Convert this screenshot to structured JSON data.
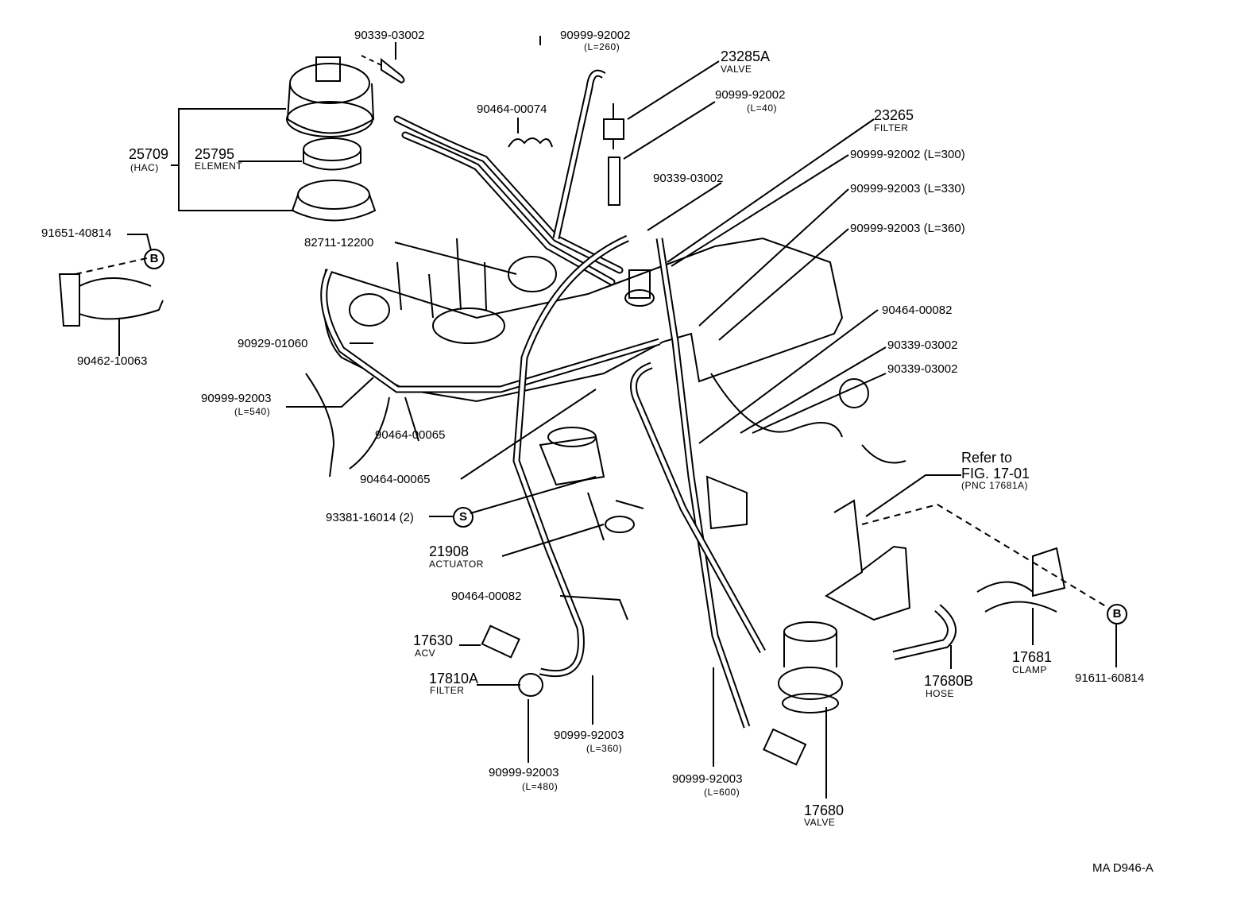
{
  "callouts": {
    "c1": {
      "pn": "90339-03002"
    },
    "c2": {
      "pn": "90999-92002",
      "sub": "(L=260)"
    },
    "c3": {
      "pn": "23285A",
      "sub": "VALVE"
    },
    "c4": {
      "pn": "90464-00074"
    },
    "c5": {
      "pn": "90999-92002",
      "sub": "(L=40)"
    },
    "c6": {
      "pn": "23265",
      "sub": "FILTER"
    },
    "c7": {
      "pn": "90999-92002 (L=300)"
    },
    "c8": {
      "pn": "90999-92003 (L=330)"
    },
    "c9": {
      "pn": "90999-92003 (L=360)"
    },
    "c10": {
      "pn": "25709",
      "sub": "(HAC)"
    },
    "c11": {
      "pn": "25795",
      "sub": "ELEMENT"
    },
    "c12": {
      "pn": "90339-03002"
    },
    "c13": {
      "pn": "91651-40814"
    },
    "c14": {
      "pn": "82711-12200"
    },
    "c15": {
      "pn": "90464-00082"
    },
    "c16": {
      "pn": "90929-01060"
    },
    "c17": {
      "pn": "90339-03002"
    },
    "c18": {
      "pn": "90339-03002"
    },
    "c19": {
      "pn": "90462-10063"
    },
    "c20": {
      "pn": "90999-92003",
      "sub": "(L=540)"
    },
    "c21": {
      "pn": "90464-00065"
    },
    "c22": {
      "line1": "Refer to",
      "line2": "FIG. 17-01",
      "sub": "(PNC 17681A)"
    },
    "c23": {
      "pn": "90464-00065"
    },
    "c24": {
      "pn": "93381-16014 (2)"
    },
    "c25": {
      "pn": "21908",
      "sub": "ACTUATOR"
    },
    "c26": {
      "pn": "90464-00082"
    },
    "c27": {
      "pn": "17630",
      "sub": "ACV"
    },
    "c28": {
      "pn": "17810A",
      "sub": "FILTER"
    },
    "c29": {
      "pn": "17681",
      "sub": "CLAMP"
    },
    "c30": {
      "pn": "17680B",
      "sub": "HOSE"
    },
    "c31": {
      "pn": "91611-60814"
    },
    "c32": {
      "pn": "90999-92003",
      "sub": "(L=360)"
    },
    "c33": {
      "pn": "90999-92003",
      "sub": "(L=480)"
    },
    "c34": {
      "pn": "90999-92003",
      "sub": "(L=600)"
    },
    "c35": {
      "pn": "17680",
      "sub": "VALVE"
    }
  },
  "markers": {
    "b": "B",
    "s": "S"
  },
  "figure_code": "MA D946-A"
}
